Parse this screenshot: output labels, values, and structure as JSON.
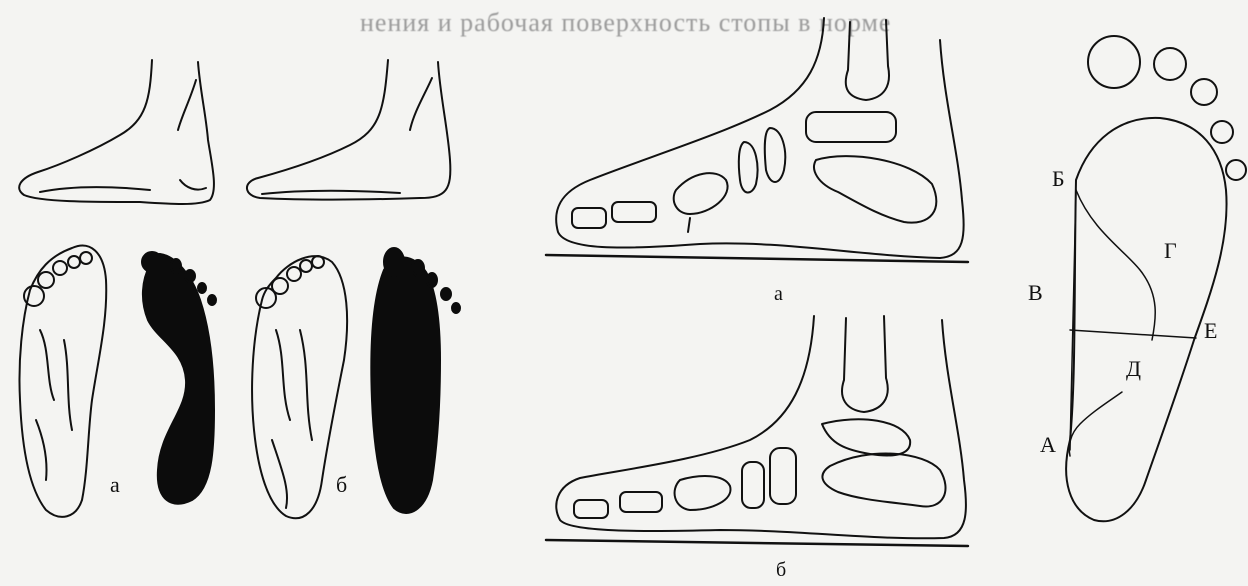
{
  "header_text": "нения и рабочая поверхность стопы в норме",
  "labels": {
    "left_a": "а",
    "left_b": "б",
    "mid_a": "а",
    "mid_b": "б",
    "point_A": "А",
    "point_B": "Б",
    "point_V": "В",
    "point_G": "Г",
    "point_D": "Д",
    "point_E": "Е"
  },
  "colors": {
    "ink": "#111111",
    "background": "#f4f4f2",
    "footprint": "#0c0c0c"
  }
}
